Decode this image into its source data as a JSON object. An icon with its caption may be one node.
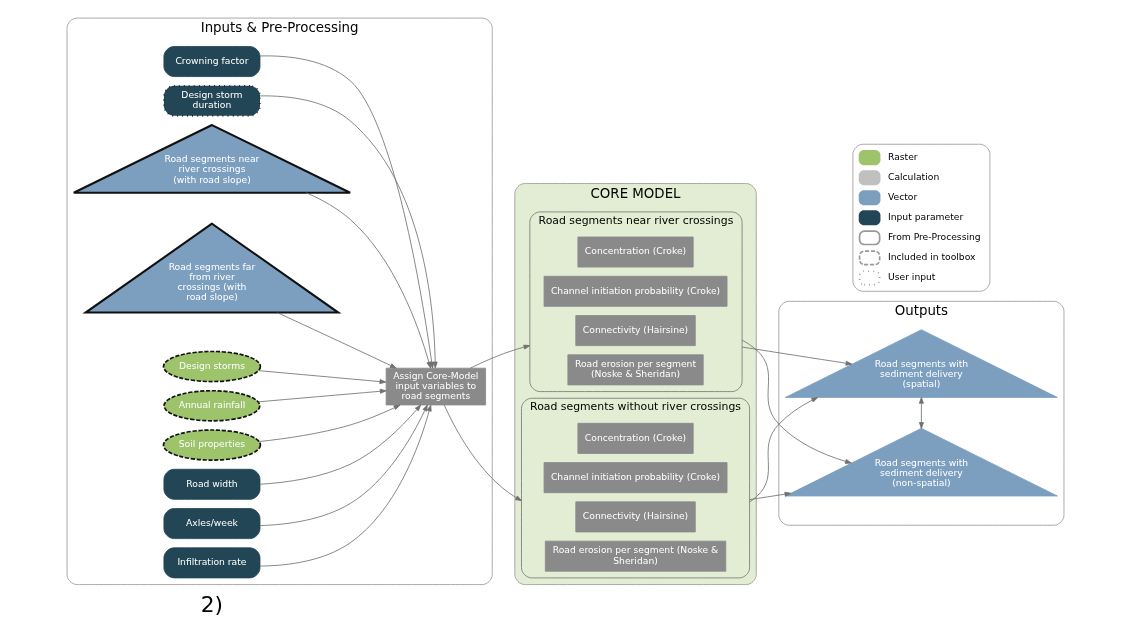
{
  "diagram": {
    "nodes": [
      {
        "text": [
          "Inputs & Pre-Processing"
        ]
      },
      {
        "text": [
          "Road segments near river crossings (with road slope)"
        ],
        "in": 0
      },
      {
        "text": [
          "Road segments far from river crossings (with road slope)"
        ],
        "in": 0
      },
      {
        "text": [
          "Design storms"
        ],
        "in": 0
      },
      {
        "text": [
          "Annual rainfall"
        ],
        "in": 0
      },
      {
        "text": [
          "Soil properties"
        ],
        "in": 0
      },
      {
        "text": [
          "Road width"
        ],
        "in": 0
      },
      {
        "text": [
          "Axles/week"
        ],
        "in": 0
      },
      {
        "text": [
          "Infiltration rate"
        ],
        "in": 0
      },
      {
        "text": [
          "Crowning factor"
        ],
        "in": 0
      },
      {
        "text": [
          "Design storm duration"
        ],
        "in": 0
      },
      {
        "text": [
          "Assign Core-Model input variables to road segments"
        ],
        "in": 0
      },
      {
        "text": [
          "CORE MODEL"
        ]
      },
      {
        "text": [
          "Road segments near river crossings"
        ],
        "in": 12
      },
      {
        "text": [
          "Concentration (Croke)"
        ],
        "in": 13
      },
      {
        "text": [
          "Channel initiation probability (Croke)"
        ],
        "in": 13
      },
      {
        "text": [
          "Connectivity (Hairsine)"
        ],
        "in": 13
      },
      {
        "text": [
          "Road erosion per segment (Noske & Sheridan)"
        ],
        "in": 13
      },
      {
        "text": [
          "Road segments without river crossings"
        ],
        "in": 12
      },
      {
        "text": [
          "Concentration (Croke)"
        ],
        "in": 18
      },
      {
        "text": [
          "Channel initiation probability (Croke)"
        ],
        "in": 18
      },
      {
        "text": [
          "Connectivity (Hairsine)"
        ],
        "in": 18
      },
      {
        "text": [
          "Road erosion per segment (Noske & Sheridan)"
        ],
        "in": 18
      },
      {
        "text": [
          "Outputs"
        ]
      },
      {
        "text": [
          "Road segments with sediment delivery (spatial)"
        ],
        "in": 23
      },
      {
        "text": [
          "Road segments with sediment delivery (non-spatial)"
        ],
        "in": 23
      }
    ],
    "edges": [
      {
        "from": 1,
        "to": 11,
        "arrow": "to"
      },
      {
        "from": 2,
        "to": 11,
        "arrow": "to"
      },
      {
        "from": 3,
        "to": 11,
        "arrow": "to"
      },
      {
        "from": 4,
        "to": 11,
        "arrow": "to"
      },
      {
        "from": 5,
        "to": 11,
        "arrow": "to"
      },
      {
        "from": 6,
        "to": 11,
        "arrow": "to"
      },
      {
        "from": 7,
        "to": 11,
        "arrow": "to"
      },
      {
        "from": 8,
        "to": 11,
        "arrow": "to"
      },
      {
        "from": 9,
        "to": 11,
        "arrow": "to"
      },
      {
        "from": 10,
        "to": 11,
        "arrow": "to"
      },
      {
        "from": 11,
        "to": 13,
        "arrow": "to"
      },
      {
        "from": 11,
        "to": 18,
        "arrow": "to"
      },
      {
        "from": 13,
        "to": 24,
        "arrow": "to"
      },
      {
        "from": 13,
        "to": 25,
        "arrow": "to"
      },
      {
        "from": 18,
        "to": 24,
        "arrow": "to"
      },
      {
        "from": 18,
        "to": 25,
        "arrow": "to"
      },
      {
        "from": 24,
        "to": 25,
        "arrow": "both"
      }
    ],
    "labels": [
      "2)"
    ],
    "legend": [
      {
        "text": "Raster",
        "color": "#9dc46b"
      },
      {
        "text": "Calculation",
        "color": "#c0c0c0"
      },
      {
        "text": "Vector",
        "color": "#7c9fc0"
      },
      {
        "text": "Input parameter",
        "color": "#234656"
      },
      {
        "text": "From Pre-Processing"
      },
      {
        "text": "Included in toolbox"
      },
      {
        "text": "User input"
      }
    ]
  }
}
